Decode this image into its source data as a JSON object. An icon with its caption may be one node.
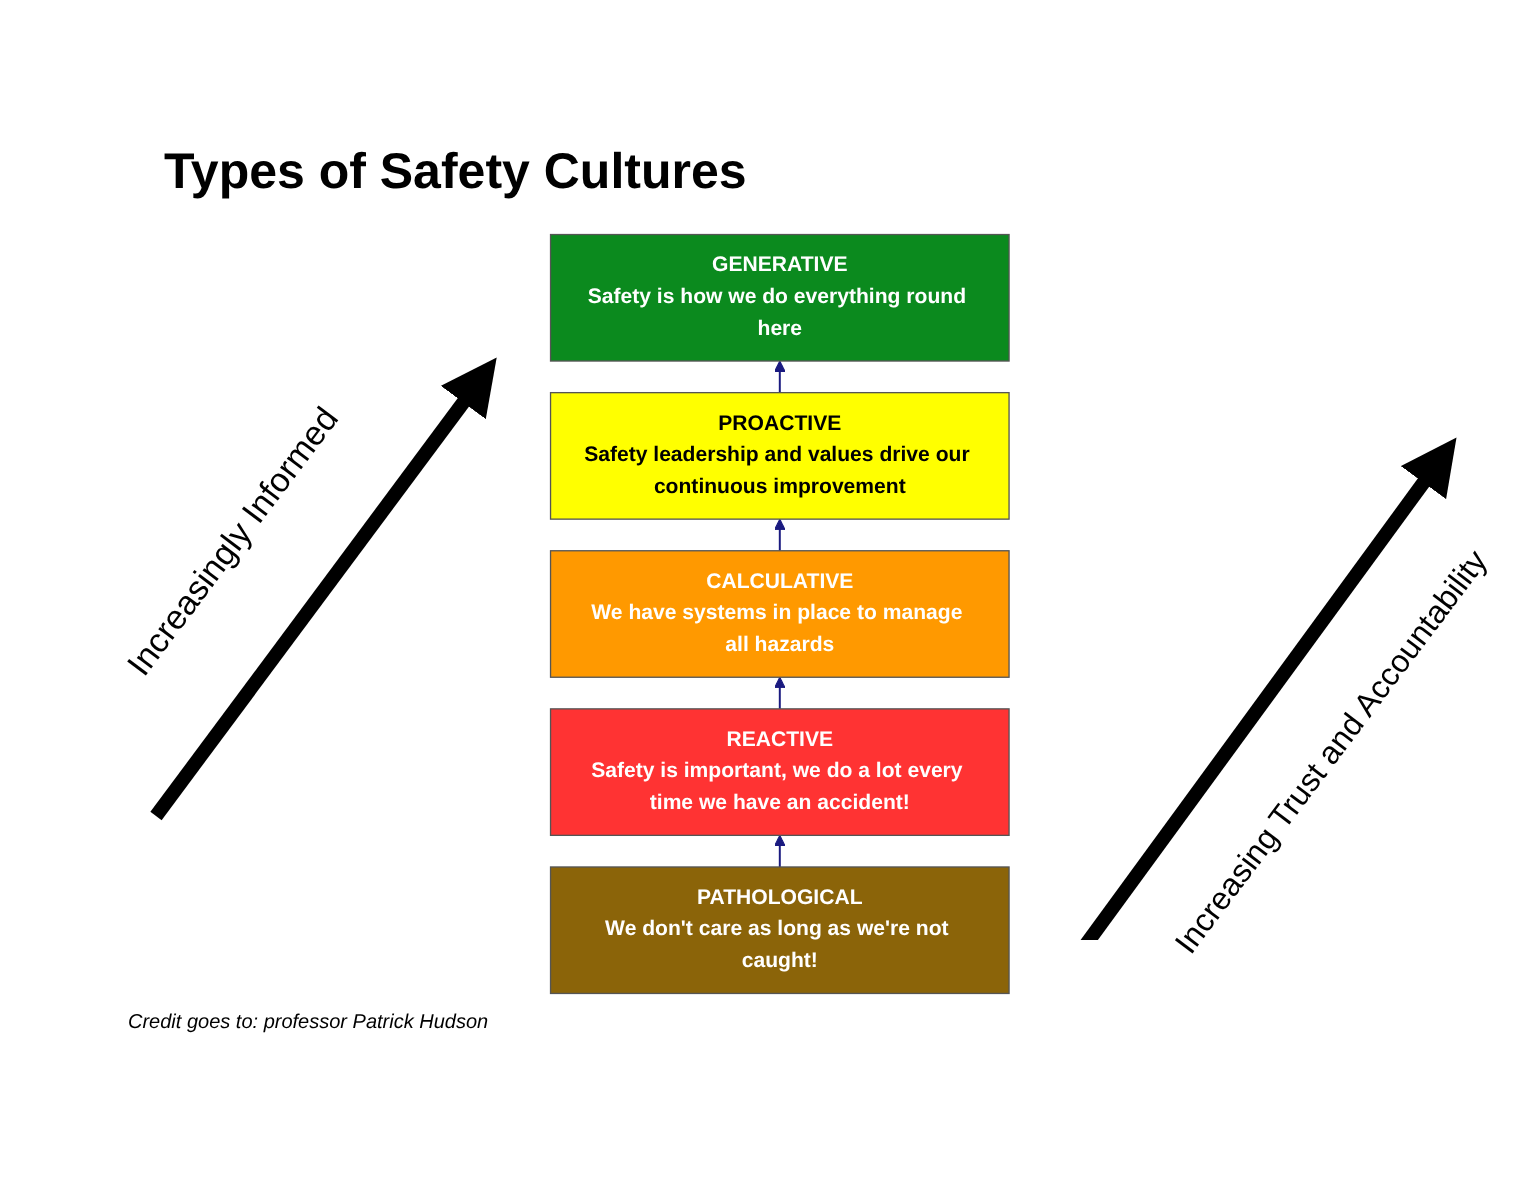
{
  "diagram": {
    "title": "Types of Safety Cultures",
    "caption": "Credit goes to: professor Patrick Hudson",
    "nodes": [
      {
        "text": [
          "GENERATIVE",
          "Safety is how we do everything round here"
        ]
      },
      {
        "text": [
          "PROACTIVE",
          "Safety leadership and values drive our continuous improvement"
        ]
      },
      {
        "text": [
          "CALCULATIVE",
          "We have systems in place to manage all hazards"
        ]
      },
      {
        "text": [
          "REACTIVE",
          "Safety is important, we do a lot every time we have an accident!"
        ]
      },
      {
        "text": [
          "PATHOLOGICAL",
          "We don't care as long as we're not caught!"
        ]
      }
    ],
    "edges": [
      {
        "from": 4,
        "to": 3,
        "arrow": "to"
      },
      {
        "from": 3,
        "to": 2,
        "arrow": "to"
      },
      {
        "from": 2,
        "to": 1,
        "arrow": "to"
      },
      {
        "from": 1,
        "to": 0,
        "arrow": "to"
      }
    ],
    "labels": [
      "Increasingly Informed",
      "Increasing Trust and Accountability"
    ]
  }
}
